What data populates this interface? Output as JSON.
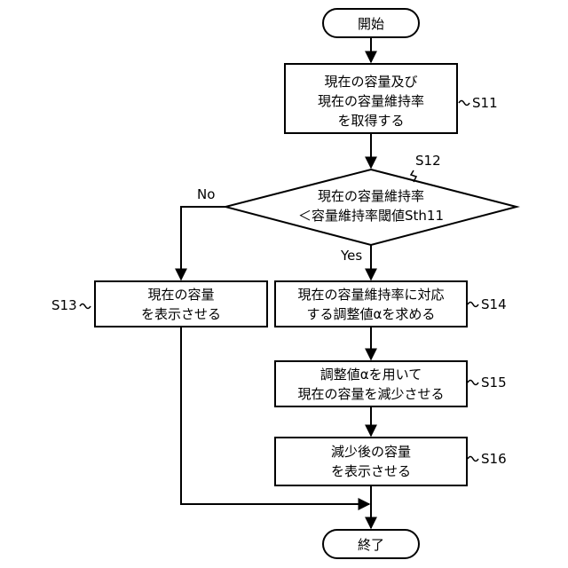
{
  "start": {
    "label": "開始"
  },
  "end": {
    "label": "終了"
  },
  "s11": {
    "lines": [
      "現在の容量及び",
      "現在の容量維持率",
      "を取得する"
    ],
    "tag": "S11"
  },
  "s12": {
    "lines": [
      "現在の容量維持率",
      "＜容量維持率閾値Sth11"
    ],
    "tag": "S12",
    "yes": "Yes",
    "no": "No"
  },
  "s13": {
    "lines": [
      "現在の容量",
      "を表示させる"
    ],
    "tag": "S13"
  },
  "s14": {
    "lines": [
      "現在の容量維持率に対応",
      "する調整値αを求める"
    ],
    "tag": "S14"
  },
  "s15": {
    "lines": [
      "調整値αを用いて",
      "現在の容量を減少させる"
    ],
    "tag": "S15"
  },
  "s16": {
    "lines": [
      "減少後の容量",
      "を表示させる"
    ],
    "tag": "S16"
  }
}
